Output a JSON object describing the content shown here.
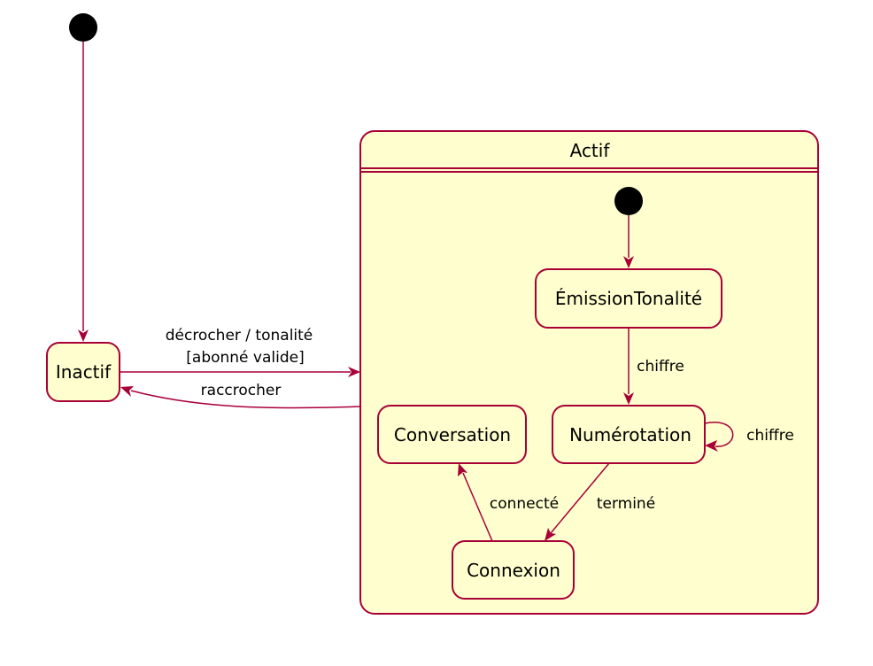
{
  "diagram": {
    "states": {
      "inactif": "Inactif",
      "actif": "Actif",
      "emission": "ÉmissionTonalité",
      "numerotation": "Numérotation",
      "conversation": "Conversation",
      "connexion": "Connexion"
    },
    "transitions": {
      "decrocher_line1": "décrocher / tonalité",
      "decrocher_line2": "[abonné valide]",
      "raccrocher": "raccrocher",
      "chiffre_1": "chiffre",
      "chiffre_2": "chiffre",
      "termine": "terminé",
      "connecte": "connecté"
    },
    "colors": {
      "state_fill": "#fefece",
      "border": "#a80036"
    }
  }
}
